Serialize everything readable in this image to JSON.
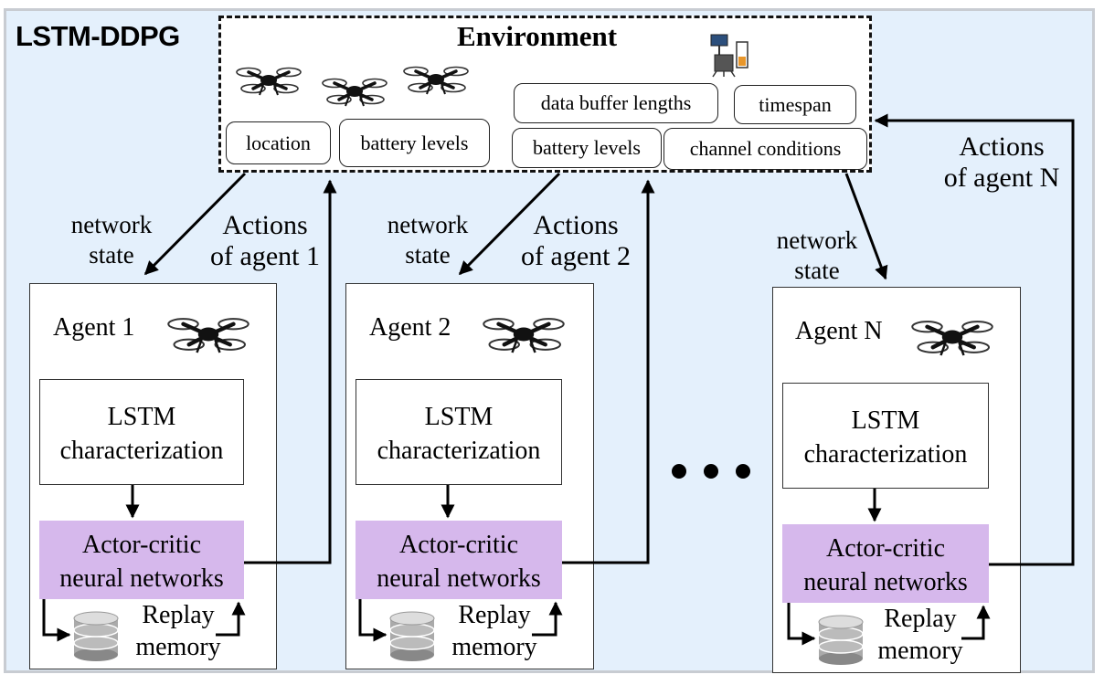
{
  "title": "LSTM-DDPG",
  "environment": {
    "title": "Environment",
    "uav_labels": [
      "location",
      "battery levels"
    ],
    "device_labels": [
      "data buffer lengths",
      "timespan",
      "battery levels",
      "channel conditions"
    ]
  },
  "flows": {
    "state_line1": "network",
    "state_line2": "state",
    "agent1_action_line1": "Actions",
    "agent1_action_line2": "of agent 1",
    "agent2_action_line1": "Actions",
    "agent2_action_line2": "of agent 2",
    "agentN_action_line1": "Actions",
    "agentN_action_line2": "of agent N"
  },
  "agents": [
    {
      "name": "Agent 1",
      "lstm_line1": "LSTM",
      "lstm_line2": "characterization",
      "actor_line1": "Actor-critic",
      "actor_line2": "neural networks",
      "replay_line1": "Replay",
      "replay_line2": "memory"
    },
    {
      "name": "Agent 2",
      "lstm_line1": "LSTM",
      "lstm_line2": "characterization",
      "actor_line1": "Actor-critic",
      "actor_line2": "neural networks",
      "replay_line1": "Replay",
      "replay_line2": "memory"
    },
    {
      "name": "Agent N",
      "lstm_line1": "LSTM",
      "lstm_line2": "characterization",
      "actor_line1": "Actor-critic",
      "actor_line2": "neural networks",
      "replay_line1": "Replay",
      "replay_line2": "memory"
    }
  ],
  "ellipsis_icon": "three-dots",
  "icons": [
    "drone-icon",
    "iot-sensor-icon",
    "database-icon"
  ],
  "colors": {
    "background": "#e4f0fc",
    "actor_fill": "#d6b8ec",
    "border": "#c8ccd2"
  }
}
